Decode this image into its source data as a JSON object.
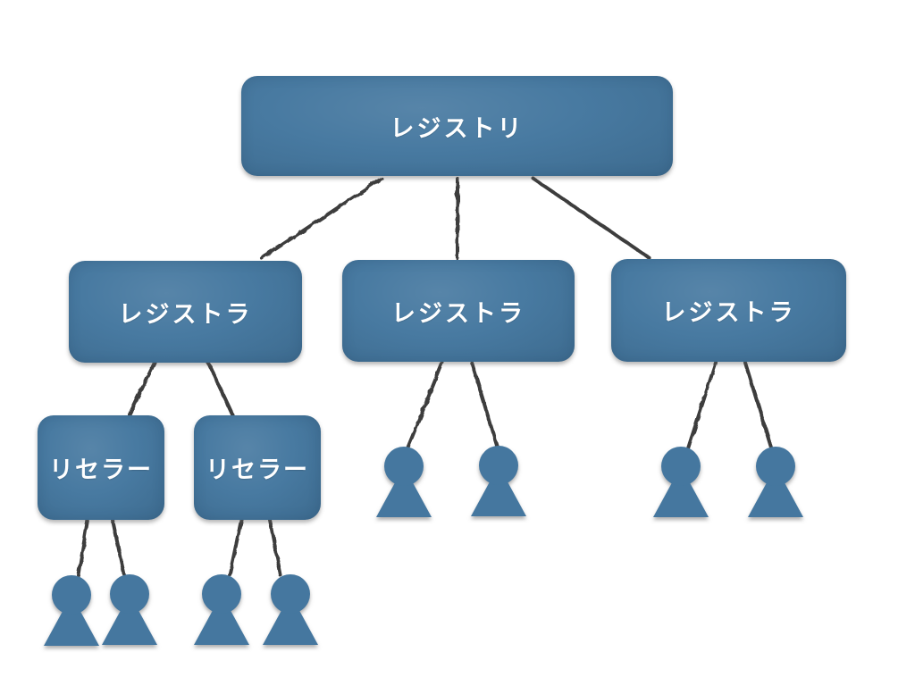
{
  "diagram": {
    "type": "tree",
    "labels": {
      "registry": "レジストリ",
      "registrar_left": "レジストラ",
      "registrar_center": "レジストラ",
      "registrar_right": "レジストラ",
      "reseller_left": "リセラー",
      "reseller_right": "リセラー"
    },
    "structure": {
      "root": {
        "label": "レジストリ",
        "children": [
          {
            "label": "レジストラ",
            "children": [
              {
                "label": "リセラー",
                "person_icons": 2
              },
              {
                "label": "リセラー",
                "person_icons": 2
              }
            ]
          },
          {
            "label": "レジストラ",
            "person_icons": 2
          },
          {
            "label": "レジストラ",
            "person_icons": 2
          }
        ]
      }
    },
    "person_icon_total": 8,
    "colors": {
      "node_fill": "#44779F",
      "connector": "#3D3D3D",
      "label_text": "#FFFFFF",
      "background": "#FFFFFF"
    }
  }
}
